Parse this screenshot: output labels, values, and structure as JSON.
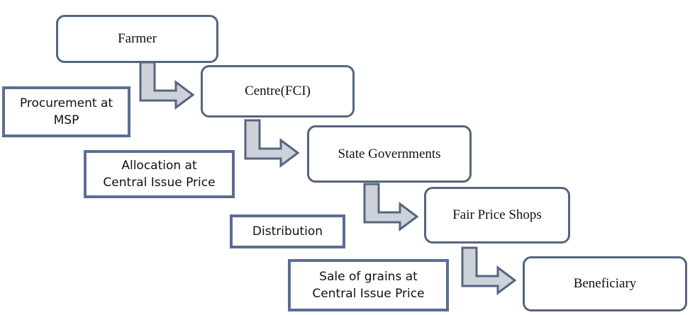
{
  "diagram": {
    "type": "flowchart",
    "colors": {
      "node_border": "#55657e",
      "label_border": "#5a6e92",
      "arrow_fill": "#cdd1da",
      "arrow_stroke": "#55657e"
    },
    "nodes": [
      {
        "id": "farmer",
        "label": "Farmer"
      },
      {
        "id": "centre",
        "label": "Centre(FCI)"
      },
      {
        "id": "state",
        "label": "State Governments"
      },
      {
        "id": "fps",
        "label": "Fair Price Shops"
      },
      {
        "id": "beneficiary",
        "label": "Beneficiary"
      }
    ],
    "edge_labels": [
      {
        "from": "farmer",
        "to": "centre",
        "line1": "Procurement at",
        "line2": "MSP"
      },
      {
        "from": "centre",
        "to": "state",
        "line1": "Allocation at",
        "line2": "Central Issue Price"
      },
      {
        "from": "state",
        "to": "fps",
        "line1": "Distribution",
        "line2": ""
      },
      {
        "from": "fps",
        "to": "beneficiary",
        "line1": "Sale of grains at",
        "line2": "Central Issue Price"
      }
    ]
  }
}
